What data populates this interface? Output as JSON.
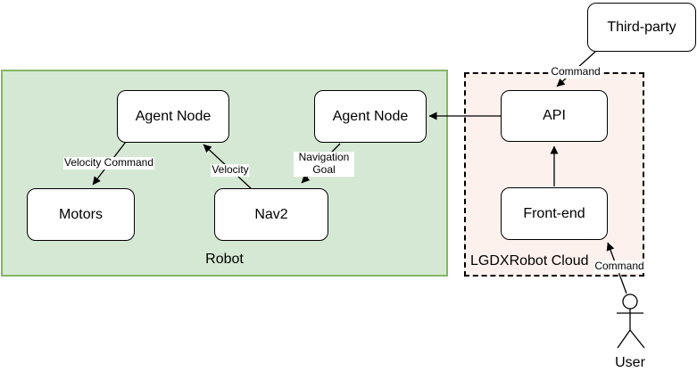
{
  "containers": {
    "robot": {
      "label": "Robot",
      "fill": "#d5e8d4",
      "border": "#85b665"
    },
    "cloud": {
      "label": "LGDXRobot Cloud",
      "fill": "#fdf1ee",
      "border": "#000000"
    }
  },
  "nodes": {
    "third_party": {
      "label": "Third-party"
    },
    "agent_node_left": {
      "label": "Agent Node"
    },
    "agent_node_right": {
      "label": "Agent Node"
    },
    "motors": {
      "label": "Motors"
    },
    "nav2": {
      "label": "Nav2"
    },
    "api": {
      "label": "API"
    },
    "front_end": {
      "label": "Front-end"
    }
  },
  "edge_labels": {
    "velocity_command": "Velocity Command",
    "velocity": "Velocity",
    "navigation_goal": "Navigation Goal",
    "command_top": "Command",
    "command_bottom": "Command"
  },
  "actor": {
    "label": "User"
  },
  "colors": {
    "line": "#000000",
    "node_fill": "#ffffff"
  }
}
